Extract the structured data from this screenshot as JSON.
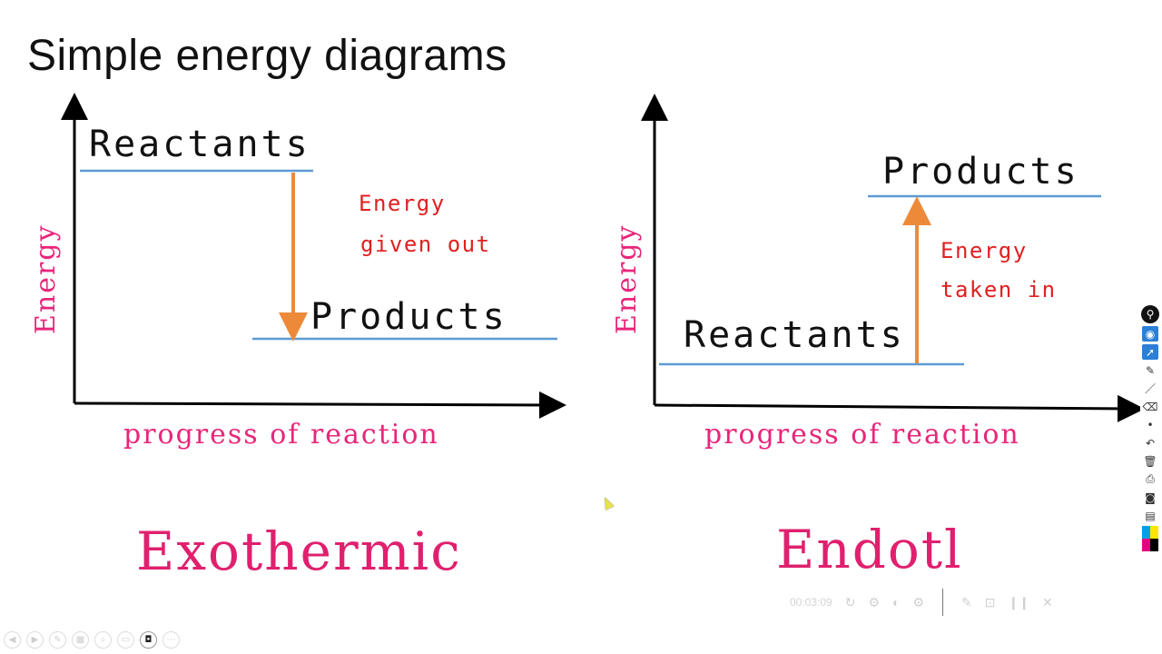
{
  "title": "Simple energy diagrams",
  "diagrams": [
    {
      "id": "exothermic",
      "y_axis_label": "Energy",
      "x_axis_label": "progress of reaction",
      "upper_level_label": "Reactants",
      "lower_level_label": "Products",
      "arrow_text_line1": "Energy",
      "arrow_text_line2": "given out",
      "arrow_direction": "down",
      "caption": "Exothermic"
    },
    {
      "id": "endothermic",
      "y_axis_label": "Energy",
      "x_axis_label": "progress of reaction",
      "upper_level_label": "Products",
      "lower_level_label": "Reactants",
      "arrow_text_line1": "Energy",
      "arrow_text_line2": "taken in",
      "arrow_direction": "up",
      "caption": "Endotl"
    }
  ],
  "colors": {
    "level_line": "#5b9bd5",
    "arrow": "#ed8a3a",
    "arrow_text": "#e02020",
    "axis_text": "#e8267a",
    "caption": "#e0206e",
    "axes": "#000000"
  },
  "recording_controls": {
    "timer": "00:03:09"
  },
  "annotation_toolbar": {
    "icons": [
      "pin-icon",
      "eye-icon",
      "cursor-icon",
      "highlighter-icon",
      "pen-icon",
      "eraser-icon",
      "dot-icon",
      "undo-icon",
      "trash-icon",
      "printer-icon",
      "camera-icon",
      "clipboard-icon",
      "color-swatch-icon"
    ],
    "swatch_colors": [
      "#00a0e9",
      "#ffe600",
      "#e4007f",
      "#000000"
    ]
  }
}
